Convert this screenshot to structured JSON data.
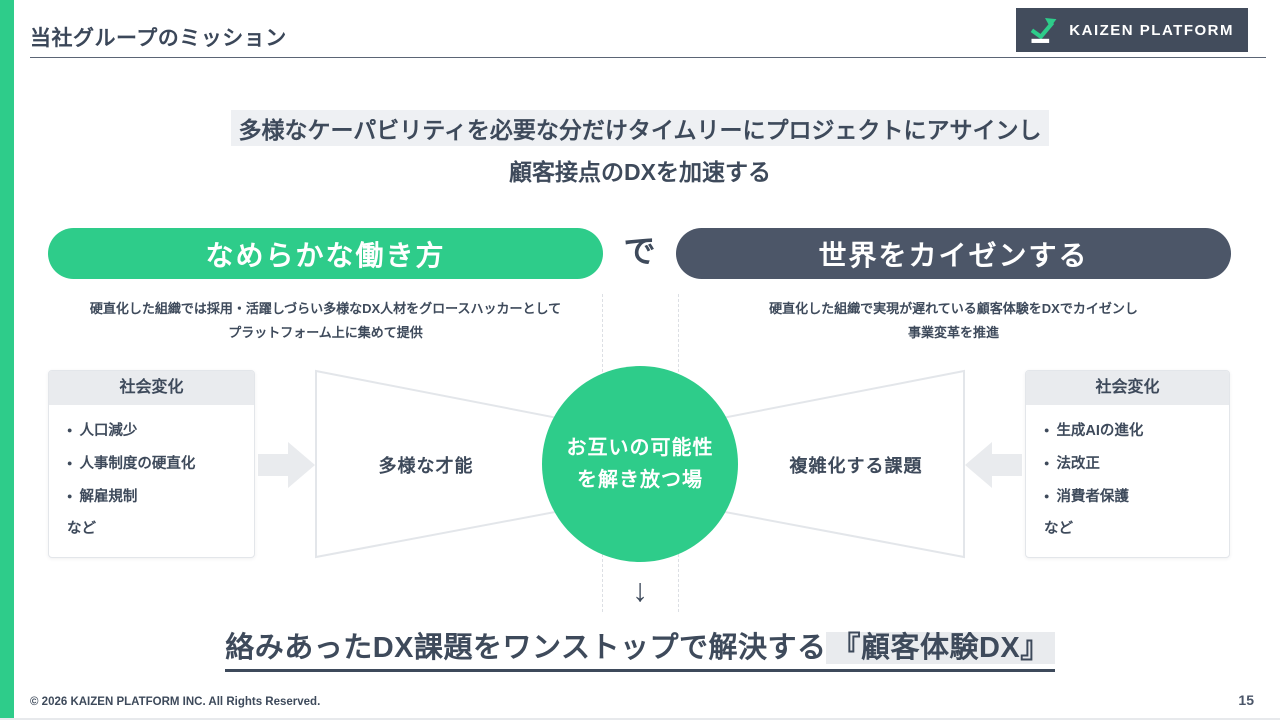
{
  "slide": {
    "title": "当社グループのミッション",
    "footer": "© 2026 KAIZEN PLATFORM INC. All Rights Reserved.",
    "page_number": "15"
  },
  "logo": {
    "text": "KAIZEN PLATFORM"
  },
  "subtitle": {
    "line1": "多様なケーパビリティを必要な分だけタイムリーにプロジェクトにアサインし",
    "line2": "顧客接点のDXを加速する"
  },
  "mission": {
    "left_pill": "なめらかな働き方",
    "connector": "で",
    "right_pill": "世界をカイゼンする",
    "left_desc_line1": "硬直化した組織では採用・活躍しづらい多様なDX人材をグロースハッカーとして",
    "left_desc_line2": "プラットフォーム上に集めて提供",
    "right_desc_line1": "硬直化した組織で実現が遅れている顧客体験をDXでカイゼンし",
    "right_desc_line2": "事業変革を推進"
  },
  "diagram": {
    "left_card": {
      "header": "社会変化",
      "items": [
        "人口減少",
        "人事制度の硬直化",
        "解雇規制"
      ],
      "etc_label": "など"
    },
    "right_card": {
      "header": "社会変化",
      "items": [
        "生成AIの進化",
        "法改正",
        "消費者保護"
      ],
      "etc_label": "など"
    },
    "left_funnel_label": "多様な才能",
    "right_funnel_label": "複雑化する課題",
    "circle_line1": "お互いの可能性",
    "circle_line2": "を解き放つ場",
    "down_arrow": "↓"
  },
  "conclusion": {
    "prefix": "絡みあったDX課題をワンストップで解決する",
    "highlight": "『顧客体験DX』"
  },
  "colors": {
    "brand_green": "#2ecc8a",
    "navy_text": "#3e4a5b",
    "pill_dark": "#4c5668",
    "logo_bg": "#424c5c",
    "highlight_gray": "#e9ebee"
  }
}
